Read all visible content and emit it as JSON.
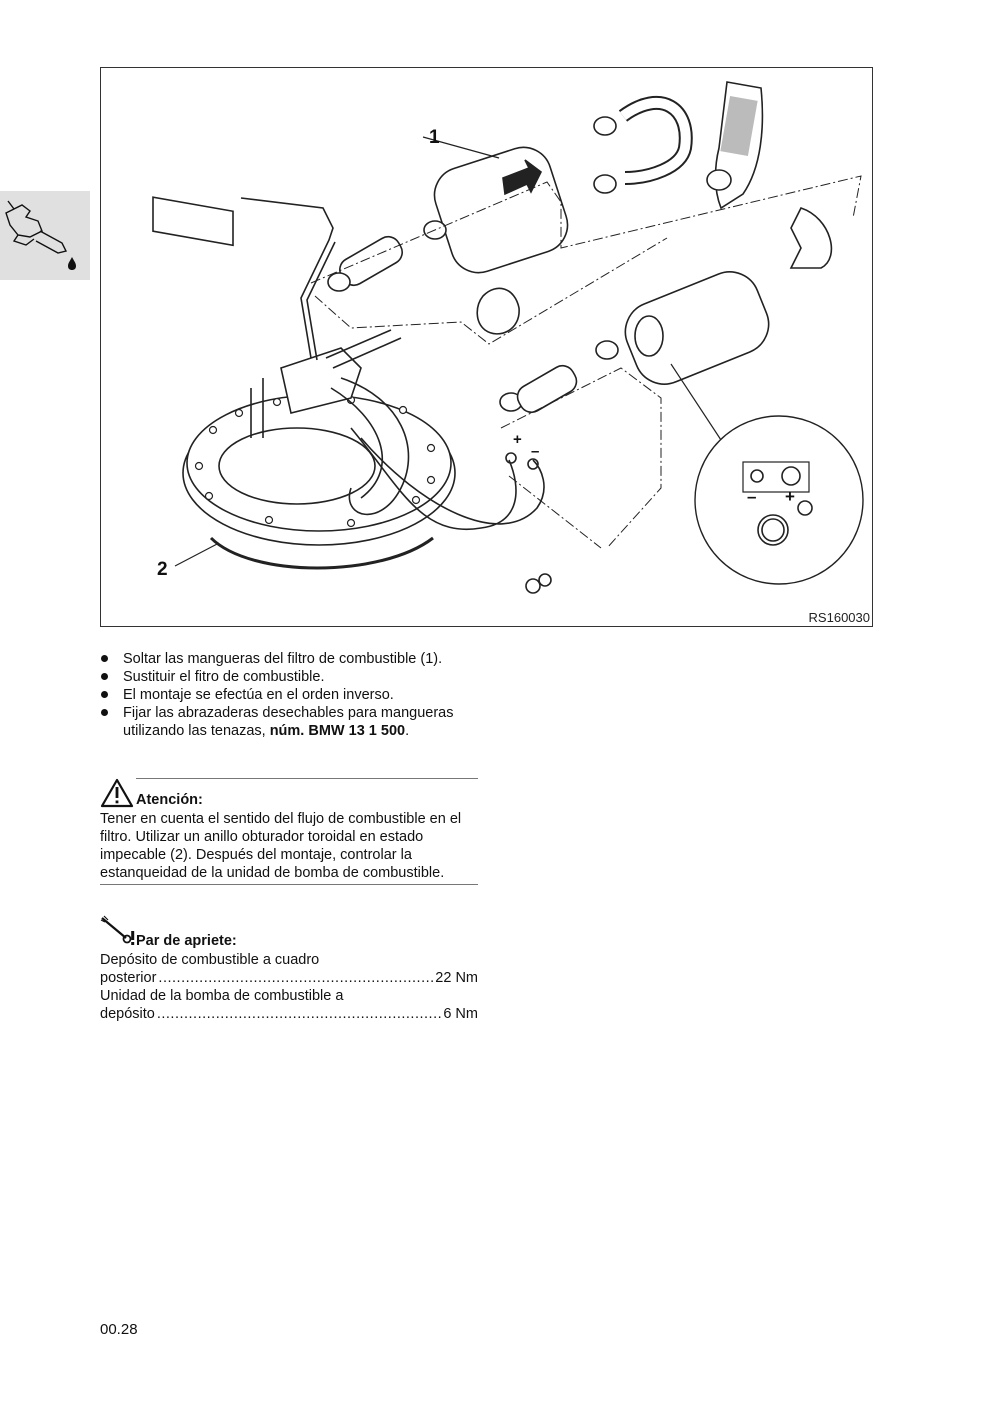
{
  "figure": {
    "code": "RS160030",
    "callouts": {
      "one": "1",
      "two": "2"
    },
    "terminals": {
      "plus": "+",
      "minus": "–"
    }
  },
  "steps": [
    "Soltar las mangueras del filtro de combustible (1).",
    "Sustituir el fitro de combustible.",
    "El montaje se efectúa en el orden inverso."
  ],
  "step4": {
    "text": "Fijar las abrazaderas desechables para mangueras utilizando las tenazas, ",
    "tool": "núm. BMW  13 1 500",
    "end": "."
  },
  "warning": {
    "title": "Atención:",
    "body": "Tener en cuenta el sentido del flujo de combustible en el filtro. Utilizar un anillo obturador toroidal en estado impecable (2). Después del montaje, controlar la estanqueidad de la unidad de bomba de combustible."
  },
  "torque": {
    "title": "Par de apriete:",
    "items": [
      {
        "desc1": "Depósito de combustible a cuadro",
        "desc2": "posterior",
        "value": "22 Nm"
      },
      {
        "desc1": "Unidad de la bomba de combustible a",
        "desc2": "depósito",
        "value": "6 Nm"
      }
    ]
  },
  "page_number": "00.28"
}
